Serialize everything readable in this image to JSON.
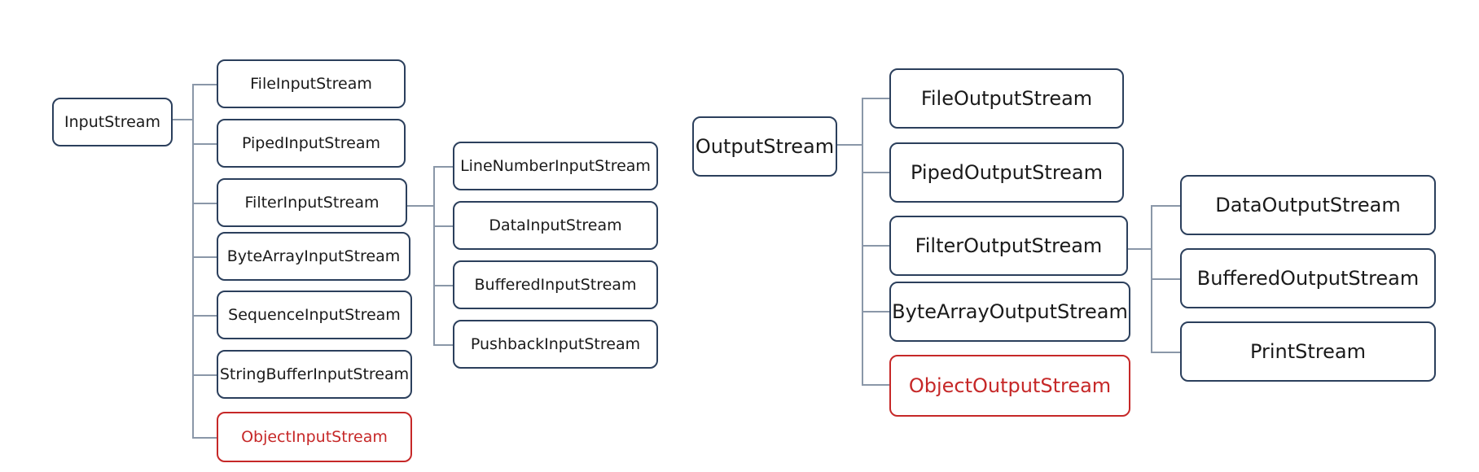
{
  "colors": {
    "box_border": "#2b3f5c",
    "highlight": "#c62828",
    "connector": "#8a97a8",
    "background": "#ffffff"
  },
  "input": {
    "root": "InputStream",
    "children": [
      "FileInputStream",
      "PipedInputStream",
      "FilterInputStream",
      "ByteArrayInputStream",
      "SequenceInputStream",
      "StringBufferInputStream",
      "ObjectInputStream"
    ],
    "filter_children": [
      "LineNumberInputStream",
      "DataInputStream",
      "BufferedInputStream",
      "PushbackInputStream"
    ]
  },
  "output": {
    "root": "OutputStream",
    "children": [
      "FileOutputStream",
      "PipedOutputStream",
      "FilterOutputStream",
      "ByteArrayOutputStream",
      "ObjectOutputStream"
    ],
    "filter_children": [
      "DataOutputStream",
      "BufferedOutputStream",
      "PrintStream"
    ]
  }
}
